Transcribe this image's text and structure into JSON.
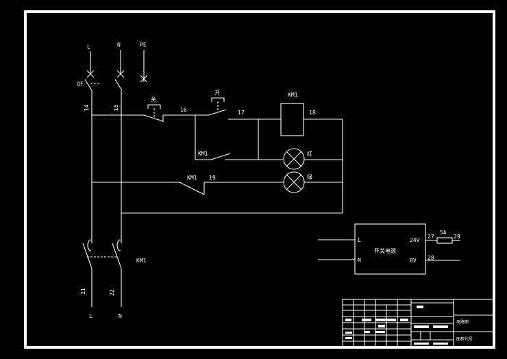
{
  "colors": {
    "background": "#000000",
    "line": "#ffffff"
  },
  "terminals_top": {
    "l": "L",
    "n": "N",
    "pe": "PE"
  },
  "breaker_label": "QF",
  "wire_numbers": {
    "w14": "14",
    "w15": "15",
    "w16": "16",
    "w17": "17",
    "w18": "18",
    "w19": "19",
    "w21": "21",
    "w22": "22",
    "w27": "27",
    "w28": "28",
    "w29": "29"
  },
  "buttons": {
    "off": "关",
    "on": "开"
  },
  "contactor": {
    "coil": "KM1",
    "holding_contact": "KM1",
    "aux_contact": "KM1",
    "main_contact": "KM1"
  },
  "lamps": {
    "red": "红",
    "green": "绿"
  },
  "psu": {
    "title": "开关电源",
    "in_l": "L",
    "in_n": "N",
    "out_24v": "24V",
    "out_0v": "8V"
  },
  "fuse": {
    "rating": "5A"
  },
  "terminals_bottom": {
    "l": "L",
    "n": "N"
  },
  "title_block": {
    "name": "电路图",
    "drawing_no": "图样代号"
  }
}
